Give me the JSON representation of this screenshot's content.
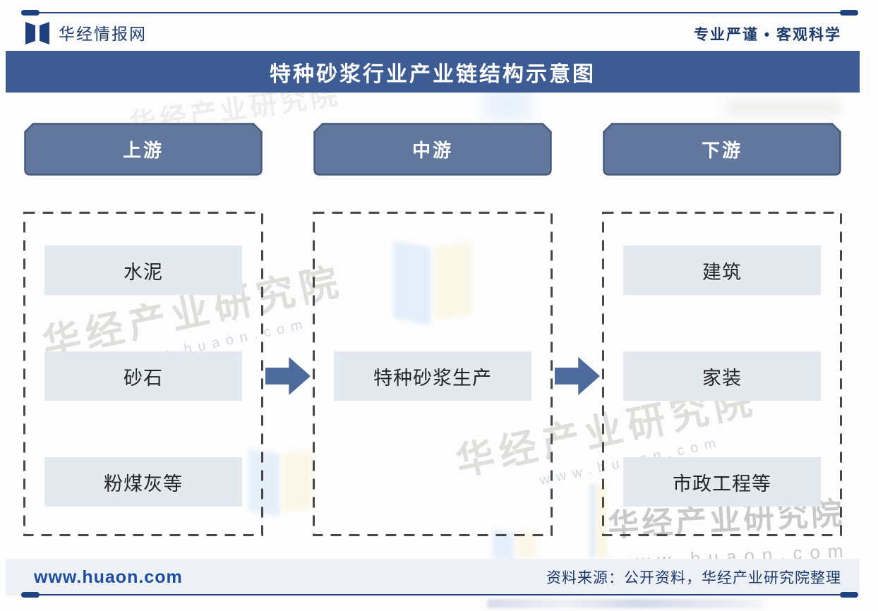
{
  "brand": {
    "name": "华经情报网",
    "tagline": "专业严谨 • 客观科学",
    "logo_icon": "open-book-logo"
  },
  "title": "特种砂浆行业产业链结构示意图",
  "diagram": {
    "columns": [
      {
        "header": "上游",
        "items": [
          "水泥",
          "砂石",
          "粉煤灰等"
        ]
      },
      {
        "header": "中游",
        "items": [
          "特种砂浆生产"
        ]
      },
      {
        "header": "下游",
        "items": [
          "建筑",
          "家装",
          "市政工程等"
        ]
      }
    ],
    "arrow_icon": "right-block-arrow"
  },
  "watermark": {
    "name": "华经产业研究院",
    "url": "www.huaon.com"
  },
  "footer": {
    "url": "www.huaon.com",
    "source": "资料来源：公开资料，华经产业研究院整理"
  },
  "colors": {
    "title_bar": "#3e5c94",
    "column_header_fill": "#61779d",
    "column_header_border": "#47597c",
    "arrow": "#4d6a9c",
    "item_box": "#e4e8ef",
    "dashed_border": "#474747",
    "brand_navy": "#1c3a6b",
    "link_blue": "#1d4ea0",
    "rule_navy": "#1e4280"
  }
}
